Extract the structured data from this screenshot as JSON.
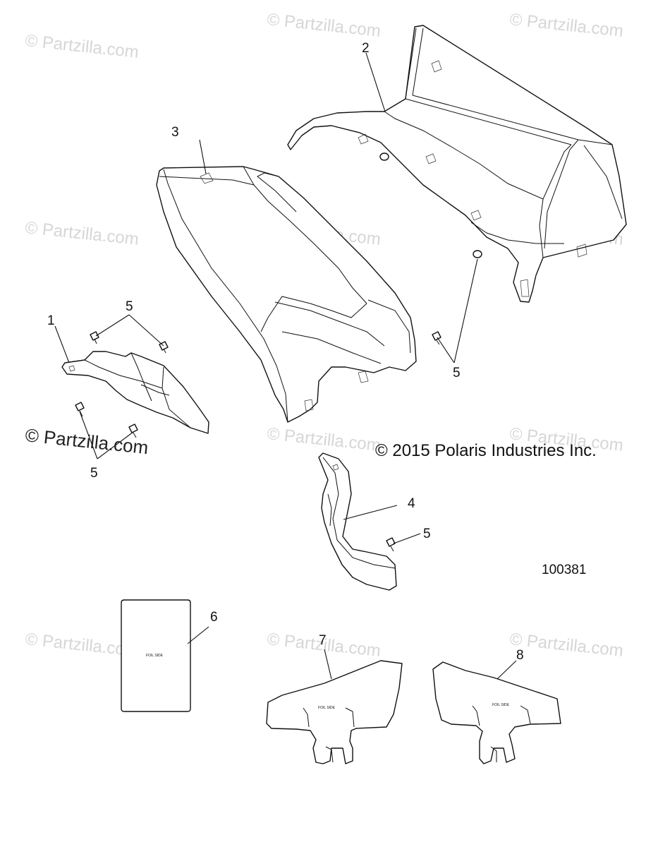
{
  "watermark": {
    "text": "© Partzilla.com",
    "prominent_text": "© Partzilla.com"
  },
  "copyright": "© 2015 Polaris Industries Inc.",
  "figure_number": "100381",
  "callouts": {
    "c1": "1",
    "c2": "2",
    "c3": "3",
    "c4": "4",
    "c5a": "5",
    "c5b": "5",
    "c5c": "5",
    "c5d": "5",
    "c6": "6",
    "c7": "7",
    "c8": "8"
  },
  "foil_labels": {
    "part6": "FOIL SIDE",
    "part7": "FOIL SIDE",
    "part8": "FOIL SIDE"
  }
}
